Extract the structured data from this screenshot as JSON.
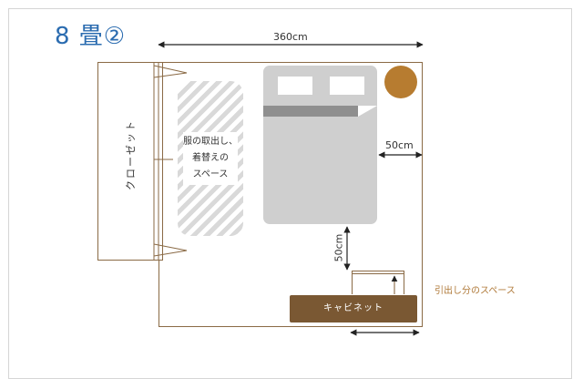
{
  "title": "8 畳②",
  "dimensions": {
    "room_width": "360cm",
    "bed_side_gap": "50cm",
    "bed_cabinet_gap": "50cm"
  },
  "furniture": {
    "closet": "クローゼット",
    "cabinet": "キャビネット",
    "dressing_space_line1": "服の取出し、",
    "dressing_space_line2": "着替えの",
    "dressing_space_line3": "スペース",
    "drawer_space": "引出し分のスペース"
  },
  "colors": {
    "title": "#2b6cb0",
    "wall": "#8a6a45",
    "bed": "#cfcfcf",
    "blanket": "#8f8f8f",
    "cabinet": "#7a5833",
    "plant": "#b77c30",
    "drawer_label": "#b07a3a"
  }
}
